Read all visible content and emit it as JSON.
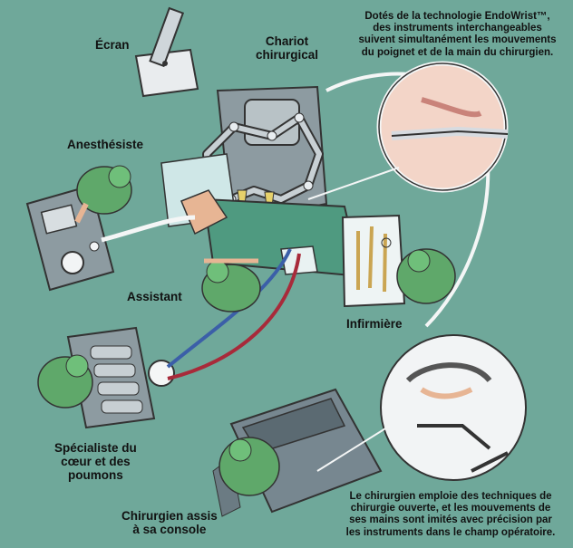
{
  "labels": {
    "screen": "Écran",
    "cart_line1": "Chariot",
    "cart_line2": "chirurgical",
    "anesthetist": "Anesthésiste",
    "assistant": "Assistant",
    "nurse": "Infirmière",
    "heart_lung_line1": "Spécialiste du",
    "heart_lung_line2": "cœur et des",
    "heart_lung_line3": "poumons",
    "surgeon_line1": "Chirurgien assis",
    "surgeon_line2": "à sa console"
  },
  "notes": {
    "endowrist_line1": "Dotés de la technologie EndoWrist™,",
    "endowrist_line2": "des instruments interchangeables",
    "endowrist_line3": "suivent simultanément les mouvements",
    "endowrist_line4": "du poignet et de la main du chirurgien.",
    "console_line1": "Le chirurgien emploie des techniques de",
    "console_line2": "chirurgie ouverte, et les mouvements de",
    "console_line3": "ses mains sont imités avec précision par",
    "console_line4": "les instruments dans le champ opératoire."
  },
  "colors": {
    "floor": "#6fa89a",
    "staff_green": "#5fa86a",
    "equipment_gray": "#7f8f97",
    "drape_green": "#4f9a80",
    "tube_blue": "#3b5fa8",
    "tube_red": "#a82a3a"
  }
}
